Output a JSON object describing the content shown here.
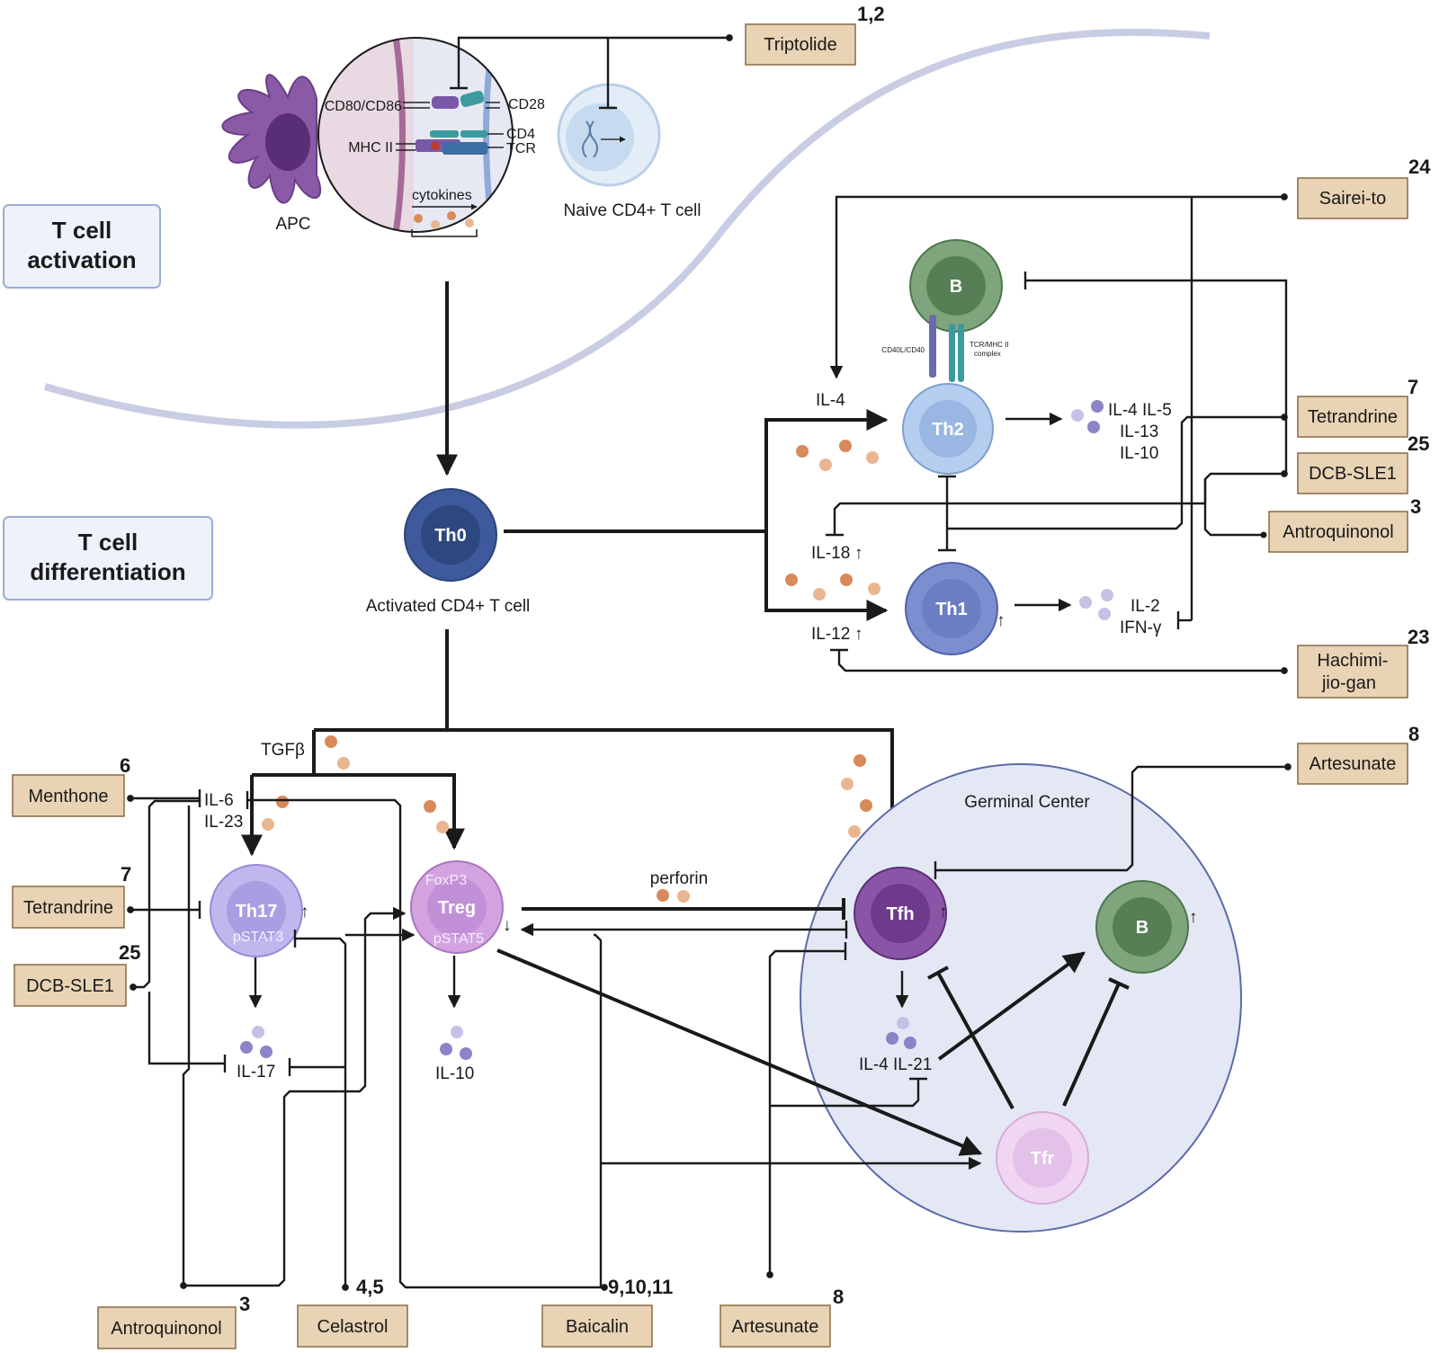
{
  "sections": {
    "activation": [
      "T cell",
      "activation"
    ],
    "differentiation": [
      "T cell",
      "differentiation"
    ]
  },
  "synapse": {
    "apc": "APC",
    "naive": "Naive CD4+ T cell",
    "cd80": "CD80/CD86",
    "cd28": "CD28",
    "mhc": "MHC II",
    "cd4": "CD4",
    "tcr": "TCR",
    "cytokines": "cytokines"
  },
  "cells": {
    "th0": "Th0",
    "th0_caption": "Activated CD4+ T cell",
    "th2": "Th2",
    "th1": "Th1",
    "b_top": "B",
    "th17": "Th17",
    "th17_sub": "pSTAT3",
    "treg": "Treg",
    "treg_top": "FoxP3",
    "treg_sub": "pSTAT5",
    "tfh": "Tfh",
    "b_gc": "B",
    "tfr": "Tfr"
  },
  "labels": {
    "il4": "IL-4",
    "il18": "IL-18",
    "il12": "IL-12",
    "th2_out_1": "IL-4 IL-5",
    "th2_out_2": "IL-13",
    "th2_out_3": "IL-10",
    "th1_out_1": "IL-2",
    "th1_out_2": "IFN-γ",
    "cd40": "CD40L/CD40",
    "tcrmhc_1": "TCR/MHC II",
    "tcrmhc_2": "complex",
    "tgfb": "TGFβ",
    "il6": "IL-6",
    "il23": "IL-23",
    "il17": "IL-17",
    "il10": "IL-10",
    "perforin": "perforin",
    "il4_21": "IL-4 IL-21",
    "germinal": "Germinal Center",
    "up": "↑",
    "down": "↓"
  },
  "drugs": {
    "triptolide": {
      "name": "Triptolide",
      "ref": "1,2"
    },
    "sairei": {
      "name": "Sairei-to",
      "ref": "24"
    },
    "tetrandrine_r": {
      "name": "Tetrandrine",
      "ref": "7"
    },
    "dcb_r": {
      "name": "DCB-SLE1",
      "ref": "25"
    },
    "antroquinonol_r": {
      "name": "Antroquinonol",
      "ref": "3"
    },
    "hachimi": {
      "name": [
        "Hachimi-",
        "jio-gan"
      ],
      "ref": "23"
    },
    "artesunate_r": {
      "name": "Artesunate",
      "ref": "8"
    },
    "menthone": {
      "name": "Menthone",
      "ref": "6"
    },
    "tetrandrine_l": {
      "name": "Tetrandrine",
      "ref": "7"
    },
    "dcb_l": {
      "name": "DCB-SLE1",
      "ref": "25"
    },
    "antroquinonol_b": {
      "name": "Antroquinonol",
      "ref": "3"
    },
    "celastrol": {
      "name": "Celastrol",
      "ref": "4,5"
    },
    "baicalin": {
      "name": "Baicalin",
      "ref": "9,10,11"
    },
    "artesunate_b": {
      "name": "Artesunate",
      "ref": "8"
    }
  },
  "colors": {
    "drug_fill": "#e8d3b4",
    "drug_stroke": "#8a6a45",
    "section_fill": "#eef2fb",
    "section_stroke": "#9aaed6",
    "germinal_fill": "#e4e8f4",
    "dot_orange": "#d98a5a",
    "dot_peach": "#eab691",
    "dot_purple": "#8b84c8",
    "dot_lilac": "#c3c1e6"
  }
}
